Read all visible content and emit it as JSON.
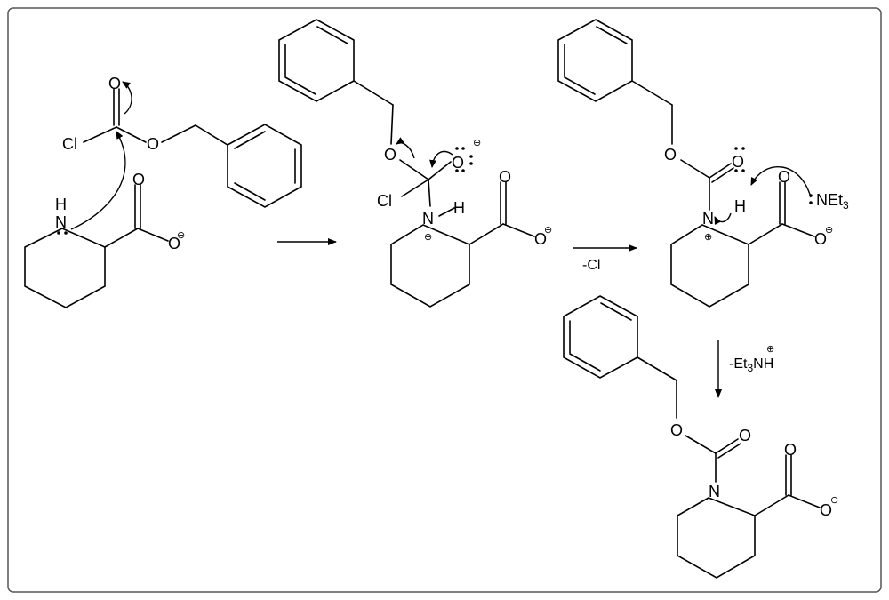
{
  "atoms": {
    "O": "O",
    "Cl": "Cl",
    "N": "N",
    "H": "H",
    "NH": "NH",
    "N_et3": "NEt",
    "three": "3",
    "minus": "⊖",
    "plus": "⊕"
  },
  "conditions": {
    "step2": "-Cl",
    "step3_prefix": "-Et",
    "step3_sub": "3",
    "step3_suffix": "NH"
  },
  "colors": {
    "line": "#000000",
    "frame": "#555555",
    "background": "#ffffff"
  }
}
